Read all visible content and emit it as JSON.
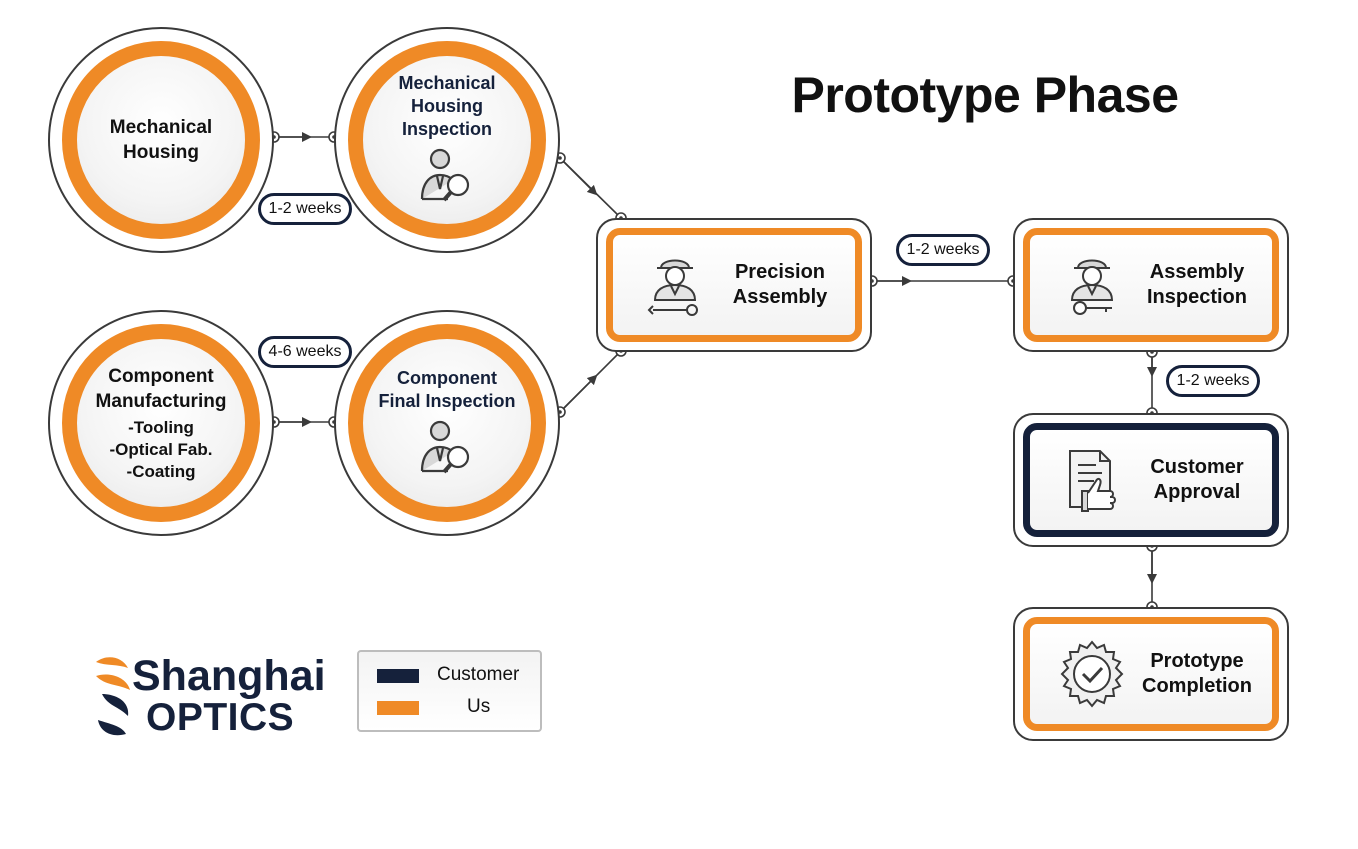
{
  "title": "Prototype Phase",
  "colors": {
    "us": "#ef8a26",
    "customer": "#15213b",
    "connector": "#3a3a3a"
  },
  "nodes": {
    "mechanical_housing": {
      "title": "Mechanical\nHousing"
    },
    "mechanical_housing_inspection": {
      "title": "Mechanical\nHousing\nInspection",
      "icon": "inspector-magnifier-icon"
    },
    "component_manufacturing": {
      "title": "Component\nManufacturing",
      "details": "-Tooling\n-Optical Fab.\n-Coating"
    },
    "component_final_inspection": {
      "title": "Component\nFinal Inspection",
      "icon": "inspector-magnifier-icon"
    },
    "precision_assembly": {
      "title": "Precision\nAssembly",
      "icon": "engineer-wrench-icon"
    },
    "assembly_inspection": {
      "title": "Assembly\nInspection",
      "icon": "engineer-key-icon"
    },
    "customer_approval": {
      "title": "Customer\nApproval",
      "icon": "document-thumbs-up-icon"
    },
    "prototype_completion": {
      "title": "Prototype\nCompletion",
      "icon": "badge-check-icon"
    }
  },
  "durations": {
    "mechanical_housing": "1-2 weeks",
    "component_manufacturing": "4-6 weeks",
    "precision_assembly": "1-2 weeks",
    "assembly_inspection": "1-2 weeks"
  },
  "legend": [
    {
      "label": "Customer",
      "color": "#15213b"
    },
    {
      "label": "Us",
      "color": "#ef8a26"
    }
  ],
  "logo": {
    "line1": "Shanghai",
    "line2": "OPTICS"
  }
}
